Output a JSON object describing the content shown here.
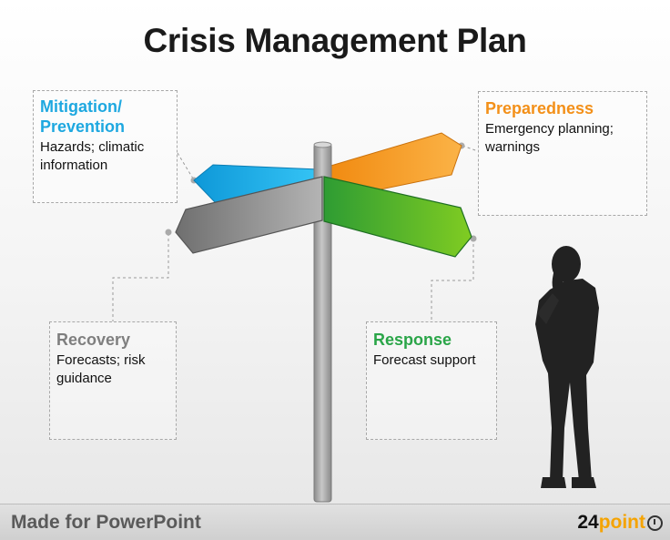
{
  "title": "Crisis Management Plan",
  "boxes": {
    "mitigation": {
      "heading": "Mitigation/ Prevention",
      "text": "Hazards; climatic information",
      "color": "#1ea8e0"
    },
    "preparedness": {
      "heading": "Preparedness",
      "text": "Emergency planning; warnings",
      "color": "#f39019"
    },
    "recovery": {
      "heading": "Recovery",
      "text": "Forecasts; risk guidance",
      "color": "#7f7f7f"
    },
    "response": {
      "heading": "Response",
      "text": "Forecast support",
      "color": "#2aa548"
    }
  },
  "footer": {
    "made_for": "Made for PowerPoint",
    "logo_number": "24",
    "logo_word": "point",
    "logo_icon": "clock-icon"
  }
}
